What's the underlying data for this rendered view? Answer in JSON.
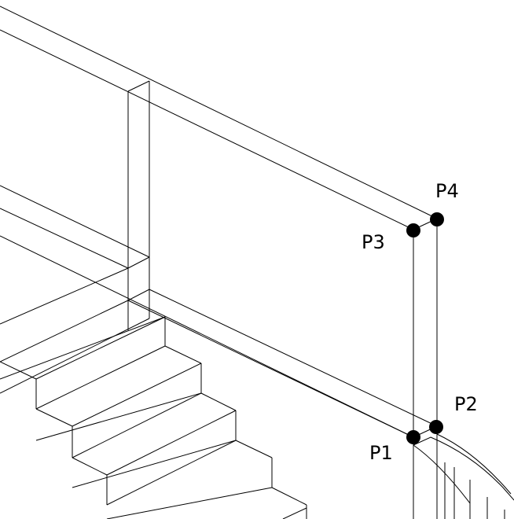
{
  "drawing": {
    "description_colors": {
      "line": "#000000",
      "background": "#ffffff"
    },
    "points": [
      {
        "id": "p1",
        "label": "P1"
      },
      {
        "id": "p2",
        "label": "P2"
      },
      {
        "id": "p3",
        "label": "P3"
      },
      {
        "id": "p4",
        "label": "P4"
      }
    ]
  }
}
